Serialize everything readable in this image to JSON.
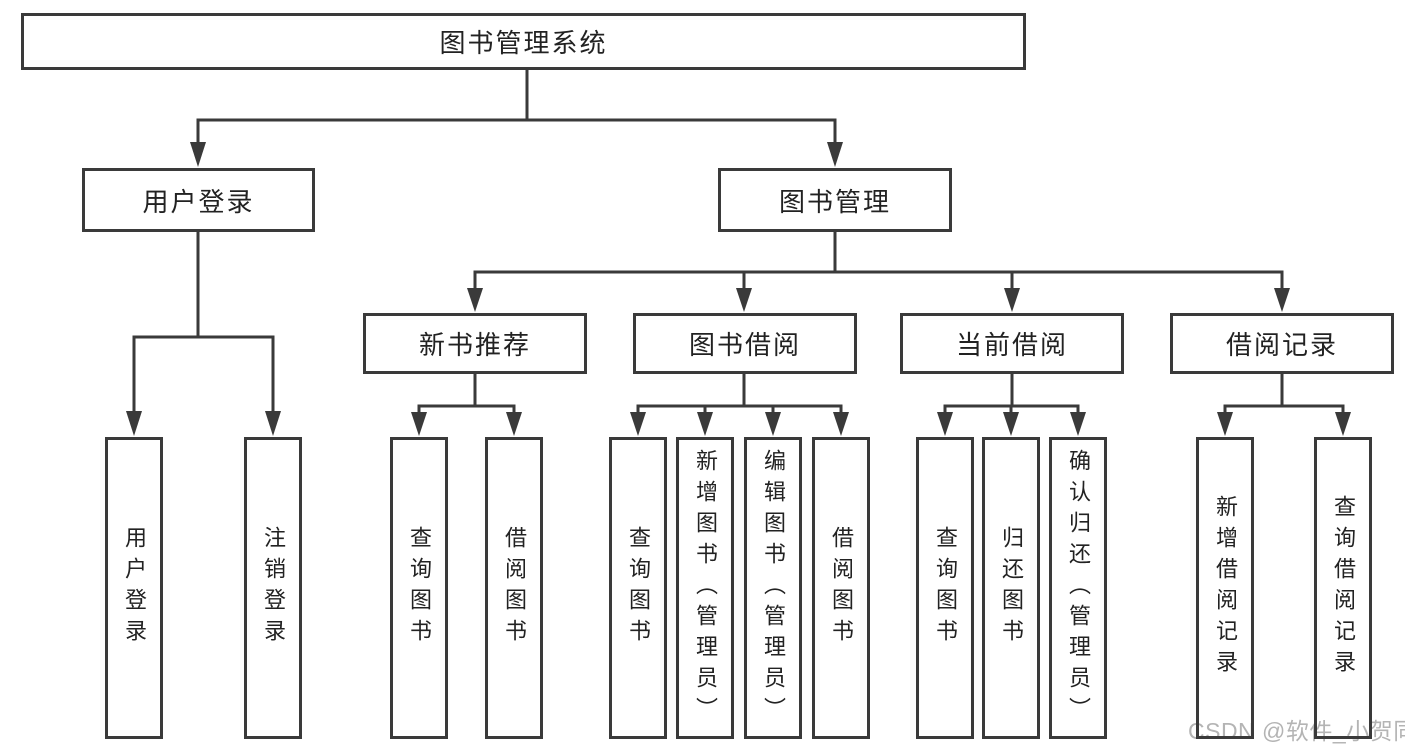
{
  "root": {
    "label": "图书管理系统"
  },
  "branches": {
    "user_login": {
      "label": "用户登录",
      "children": {
        "login": {
          "label": "用户登录"
        },
        "logout": {
          "label": "注销登录"
        }
      }
    },
    "book_mgmt": {
      "label": "图书管理",
      "sections": {
        "new_book": {
          "label": "新书推荐",
          "children": {
            "query": {
              "label": "查询图书"
            },
            "borrow": {
              "label": "借阅图书"
            }
          }
        },
        "borrowing": {
          "label": "图书借阅",
          "children": {
            "query": {
              "label": "查询图书"
            },
            "add": {
              "label": "新增图书（管理员）"
            },
            "edit": {
              "label": "编辑图书（管理员）"
            },
            "borrow": {
              "label": "借阅图书"
            }
          }
        },
        "current": {
          "label": "当前借阅",
          "children": {
            "query": {
              "label": "查询图书"
            },
            "return": {
              "label": "归还图书"
            },
            "confirm": {
              "label": "确认归还（管理员）"
            }
          }
        },
        "records": {
          "label": "借阅记录",
          "children": {
            "add": {
              "label": "新增借阅记录"
            },
            "query": {
              "label": "查询借阅记录"
            }
          }
        }
      }
    }
  },
  "watermark": {
    "text": "CSDN @软件_小贺同学"
  },
  "colors": {
    "line": "#3a3a3a",
    "text": "#222222",
    "watermark": "#b4b4b4",
    "background": "#ffffff"
  }
}
